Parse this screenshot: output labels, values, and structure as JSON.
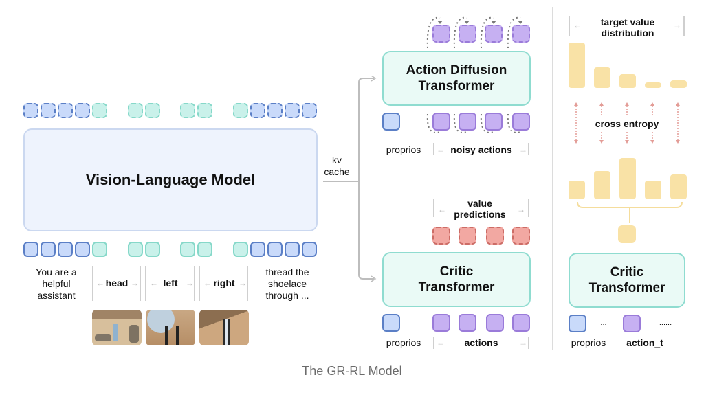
{
  "caption": "The GR-RL Model",
  "vlm": {
    "title": "Vision-Language Model",
    "input_labels": {
      "prompt": "You are a helpful assistant",
      "head": "head",
      "left": "left",
      "right": "right",
      "instruction": "thread the shoelace through ..."
    },
    "camera_views": [
      "head camera view",
      "left wrist camera view",
      "right wrist camera view"
    ]
  },
  "kv_cache_label": "kv cache",
  "action_diffusion": {
    "title_line1": "Action Diffusion",
    "title_line2": "Transformer",
    "proprios_label": "proprios",
    "actions_label": "noisy actions",
    "num_actions": 4
  },
  "critic": {
    "title_line1": "Critic",
    "title_line2": "Transformer",
    "proprios_label": "proprios",
    "actions_label": "actions",
    "value_label_line1": "value",
    "value_label_line2": "predictions",
    "num_values": 4
  },
  "critic_detail": {
    "title_line1": "Critic",
    "title_line2": "Transformer",
    "proprios_label": "proprios",
    "action_label": "action_t",
    "ellipsis_short": "...",
    "ellipsis_long": "......",
    "target_label_line1": "target value",
    "target_label_line2": "distribution",
    "loss_label": "cross entropy",
    "target_distribution": [
      1.0,
      0.45,
      0.3,
      0.12,
      0.16
    ],
    "predicted_distribution": [
      0.45,
      0.68,
      1.0,
      0.45,
      0.6
    ]
  },
  "colors": {
    "proprio_token": "#c9dafa",
    "image_token": "#c9f1ea",
    "action_token": "#c6b0f2",
    "value_token": "#f2a8a2",
    "distribution": "#f9e2a6",
    "transformer_fill": "#eafaf6",
    "vlm_fill": "#eef3fd"
  }
}
